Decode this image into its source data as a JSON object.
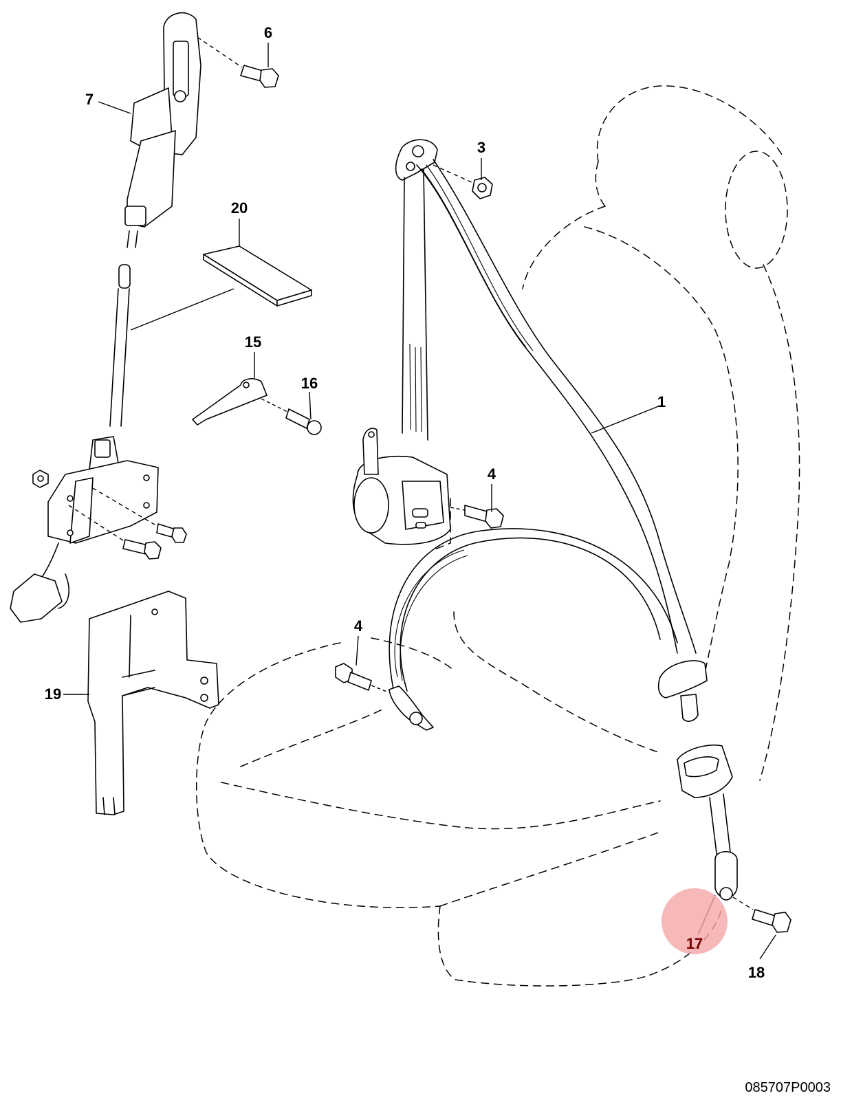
{
  "drawing_number": "085707P0003",
  "highlight_color": "#f4a6a6",
  "highlighted_callout": "17",
  "callouts": {
    "c1": "1",
    "c3": "3",
    "c4a": "4",
    "c4b": "4",
    "c6": "6",
    "c7": "7",
    "c15": "15",
    "c16": "16",
    "c17": "17",
    "c18": "18",
    "c19": "19",
    "c20": "20"
  }
}
